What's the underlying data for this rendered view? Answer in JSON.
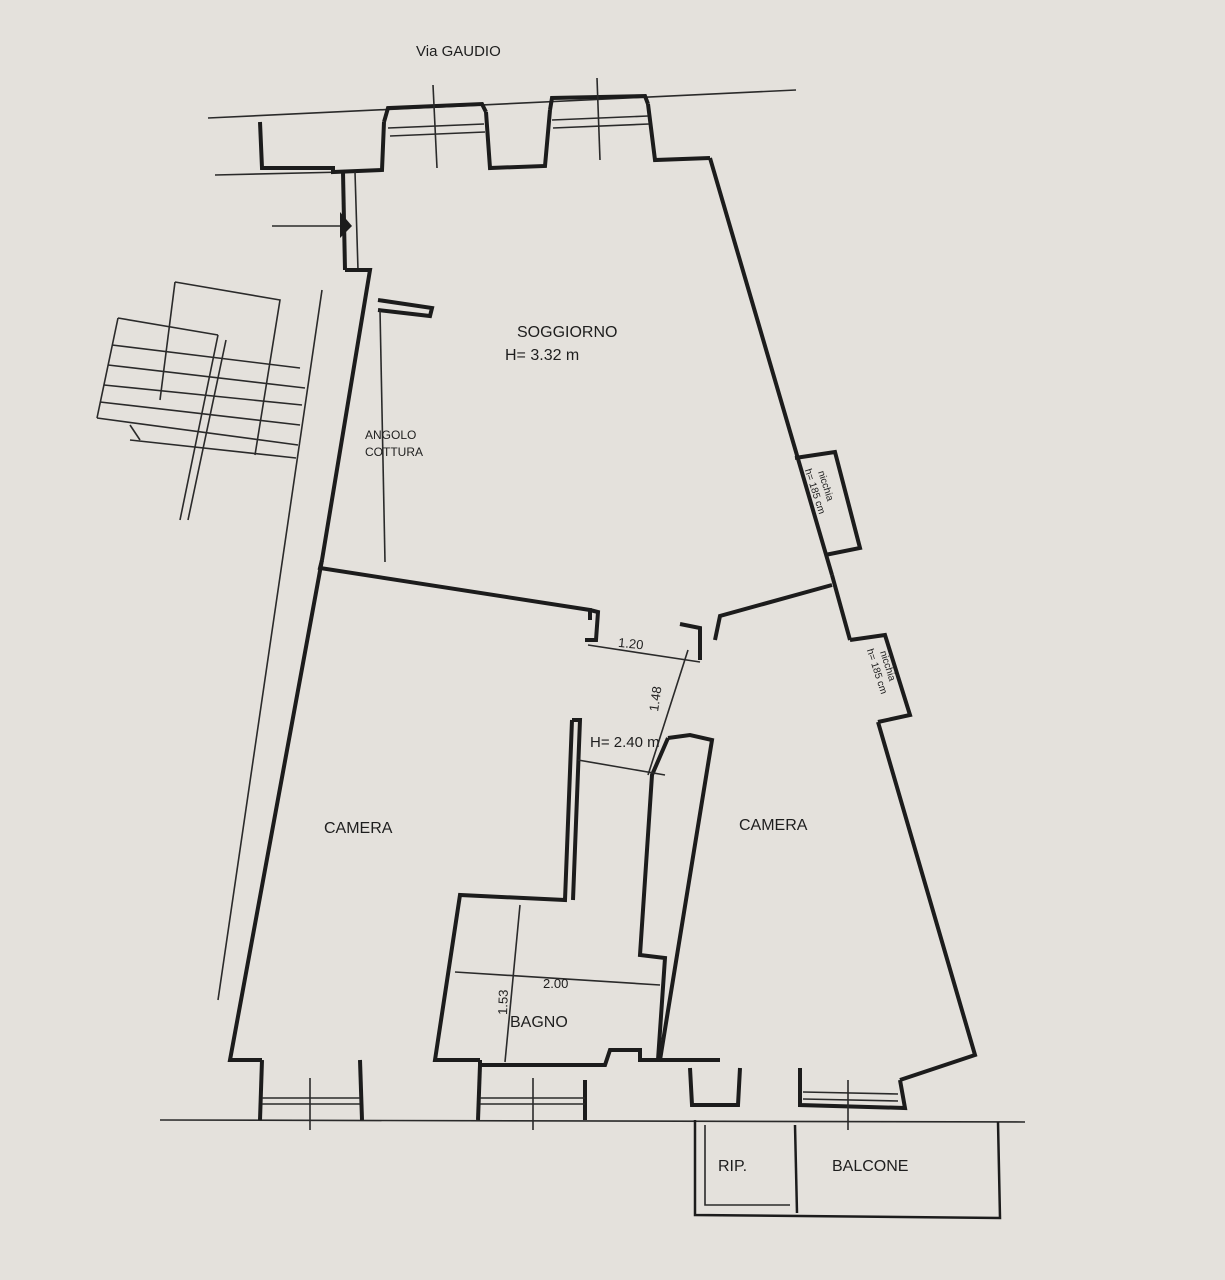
{
  "plan": {
    "street": "Via GAUDIO",
    "rooms": {
      "soggiorno": {
        "name": "SOGGIORNO",
        "height": "H= 3.32 m"
      },
      "angolo_cottura": {
        "line1": "ANGOLO",
        "line2": "COTTURA"
      },
      "camera_left": {
        "name": "CAMERA"
      },
      "camera_right": {
        "name": "CAMERA"
      },
      "bagno": {
        "name": "BAGNO",
        "dim_width": "2.00",
        "dim_depth": "1.53"
      },
      "disimpegno": {
        "height": "H= 2.40 m",
        "dim_width": "1.20",
        "dim_depth": "1.48"
      },
      "ripostiglio": {
        "name": "RIP."
      },
      "balcone": {
        "name": "BALCONE"
      }
    },
    "niches": [
      {
        "label": "nicchia",
        "height": "h= 185 cm"
      },
      {
        "label": "nicchia",
        "height": "h= 185 cm"
      }
    ]
  }
}
